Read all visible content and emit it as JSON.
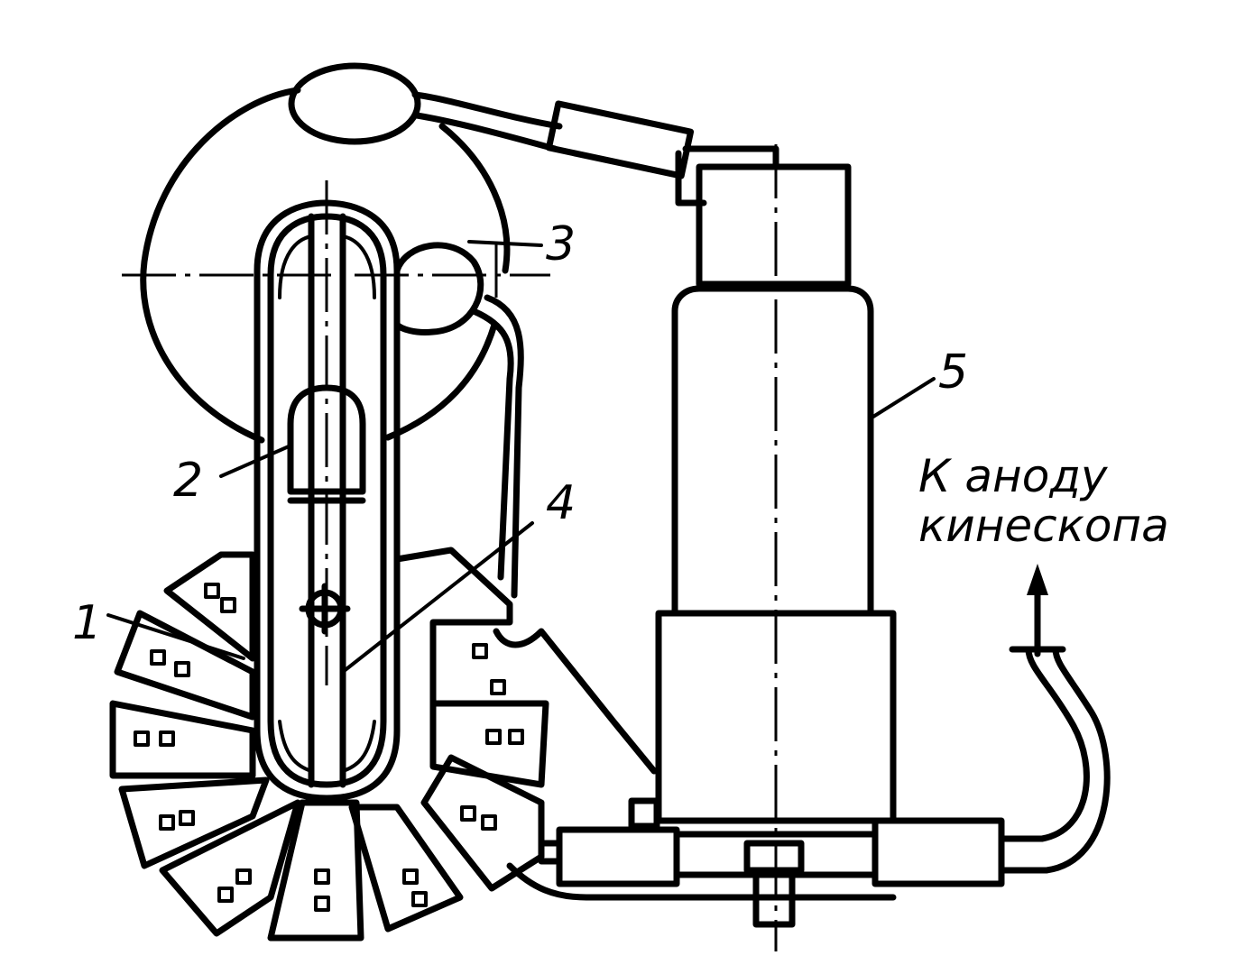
{
  "labels": {
    "l1": "1",
    "l2": "2",
    "l3": "3",
    "l4": "4",
    "l5": "5"
  },
  "caption": {
    "line1": "К аноду",
    "line2": "кинескопа"
  }
}
